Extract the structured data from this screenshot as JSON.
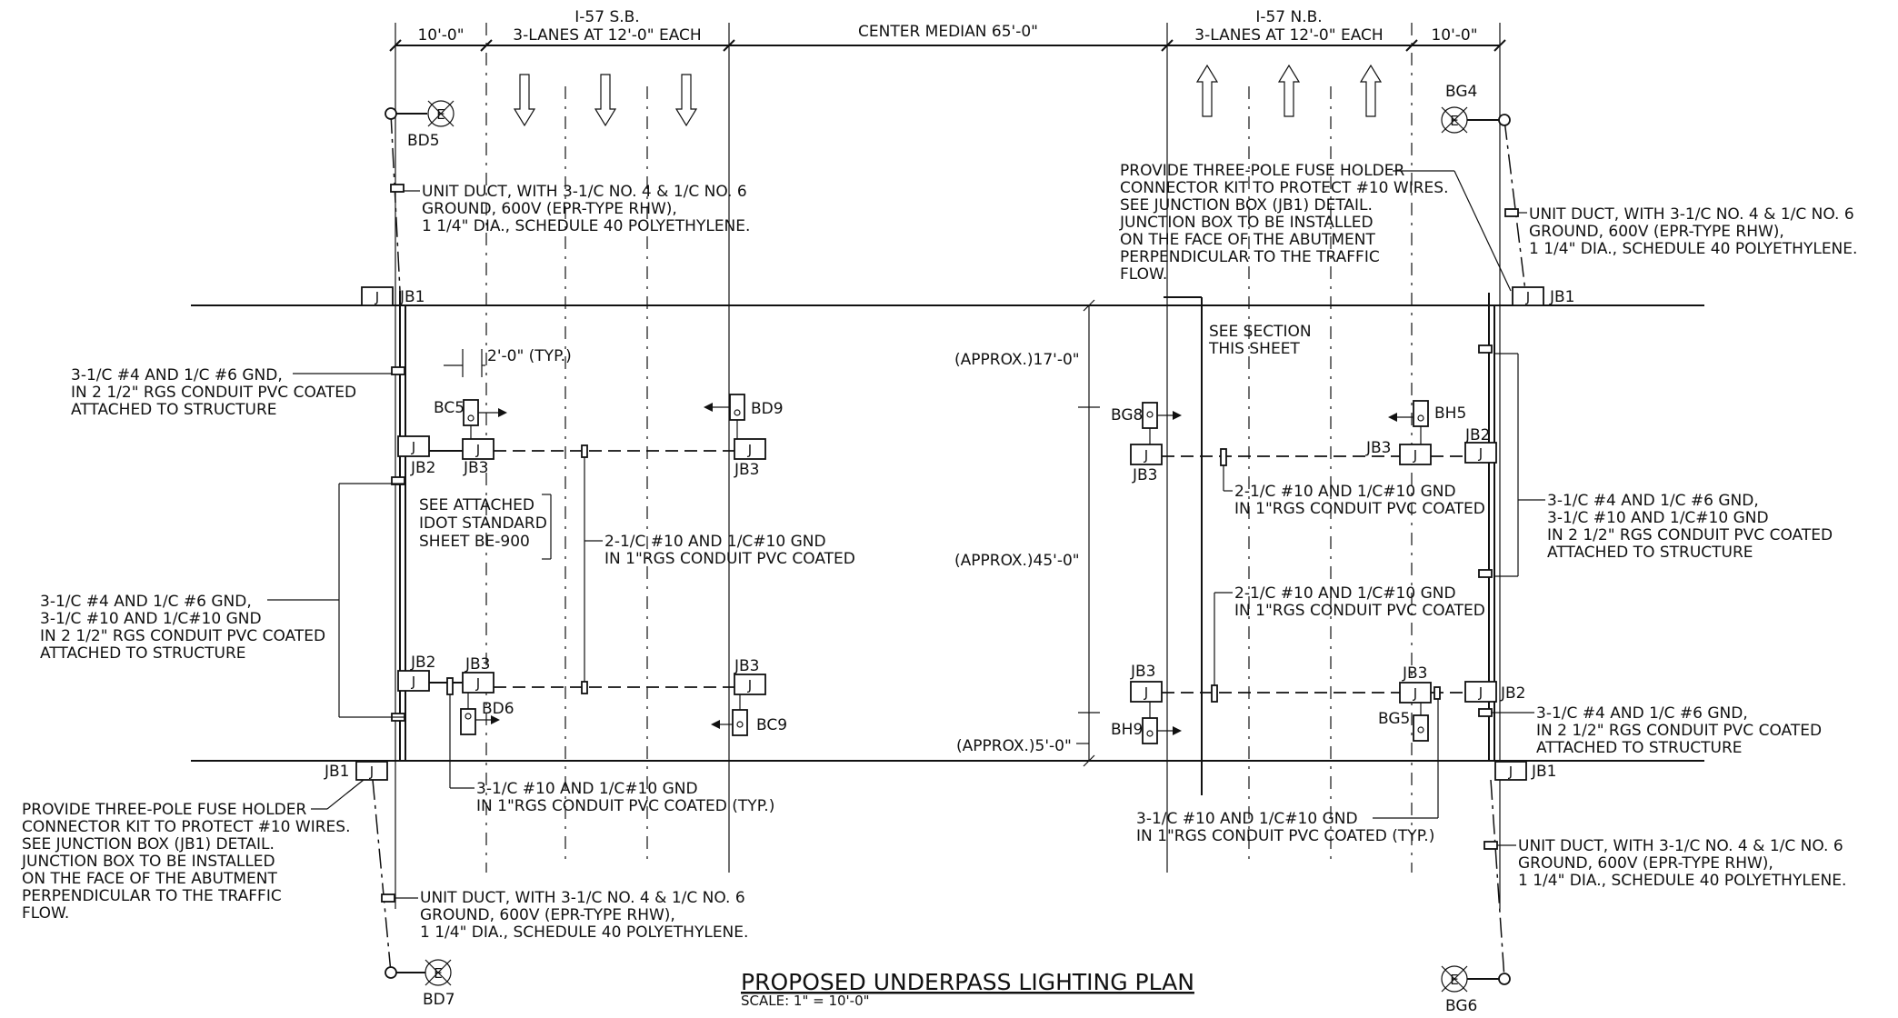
{
  "header": {
    "shoulder_left": "10'-0\"",
    "sb_route": "I-57 S.B.",
    "sb_lanes": "3-LANES AT 12'-0\" EACH",
    "median": "CENTER MEDIAN 65'-0\"",
    "nb_route": "I-57 N.B.",
    "nb_lanes": "3-LANES AT 12'-0\" EACH",
    "shoulder_right": "10'-0\""
  },
  "poles": {
    "bd5": "BD5",
    "bg4": "BG4",
    "bd7": "BD7",
    "bg6": "BG6",
    "e_symbol": "E"
  },
  "fixtures": {
    "bc5": "BC5",
    "bd9": "BD9",
    "bd6": "BD6",
    "bc9": "BC9",
    "bg8": "BG8",
    "bh5": "BH5",
    "bh9": "BH9",
    "bg5": "BG5"
  },
  "boxes": {
    "j": "J",
    "jb1": "JB1",
    "jb2": "JB2",
    "jb3": "JB3"
  },
  "notes": {
    "unit_duct": [
      "UNIT DUCT, WITH 3-1/C NO. 4 & 1/C NO. 6",
      "GROUND, 600V (EPR-TYPE RHW),",
      "1 1/4\" DIA., SCHEDULE 40 POLYETHYLENE."
    ],
    "fuse_holder": [
      "PROVIDE THREE-POLE FUSE HOLDER",
      "CONNECTOR KIT TO PROTECT #10 WIRES.",
      "SEE JUNCTION BOX (JB1) DETAIL.",
      "JUNCTION BOX TO BE INSTALLED",
      "ON THE FACE OF THE ABUTMENT",
      "PERPENDICULAR TO THE TRAFFIC",
      "FLOW."
    ],
    "gnd_2half": [
      "3-1/C #4 AND 1/C #6 GND,",
      "IN 2 1/2\" RGS CONDUIT PVC COATED",
      "ATTACHED TO STRUCTURE"
    ],
    "gnd_combo": [
      "3-1/C #4 AND 1/C #6 GND,",
      "3-1/C #10 AND 1/C#10 GND",
      "IN 2 1/2\" RGS CONDUIT PVC COATED",
      "ATTACHED TO STRUCTURE"
    ],
    "typ_spacing": "2'-0\" (TYP.)",
    "idot": [
      "SEE ATTACHED",
      "IDOT STANDARD",
      "SHEET BE-900"
    ],
    "wire10": [
      "2-1/C #10 AND 1/C#10 GND",
      "IN 1\"RGS CONDUIT PVC COATED"
    ],
    "wire10_typ": [
      "3-1/C #10 AND 1/C#10 GND",
      "IN 1\"RGS CONDUIT PVC COATED (TYP.)"
    ],
    "approx17": "(APPROX.)17'-0\"",
    "approx45": "(APPROX.)45'-0\"",
    "approx5": "(APPROX.)5'-0\"",
    "see_section": [
      "SEE SECTION",
      "THIS SHEET"
    ]
  },
  "title": {
    "main": "PROPOSED UNDERPASS LIGHTING PLAN",
    "scale": "SCALE: 1\" = 10'-0\""
  }
}
